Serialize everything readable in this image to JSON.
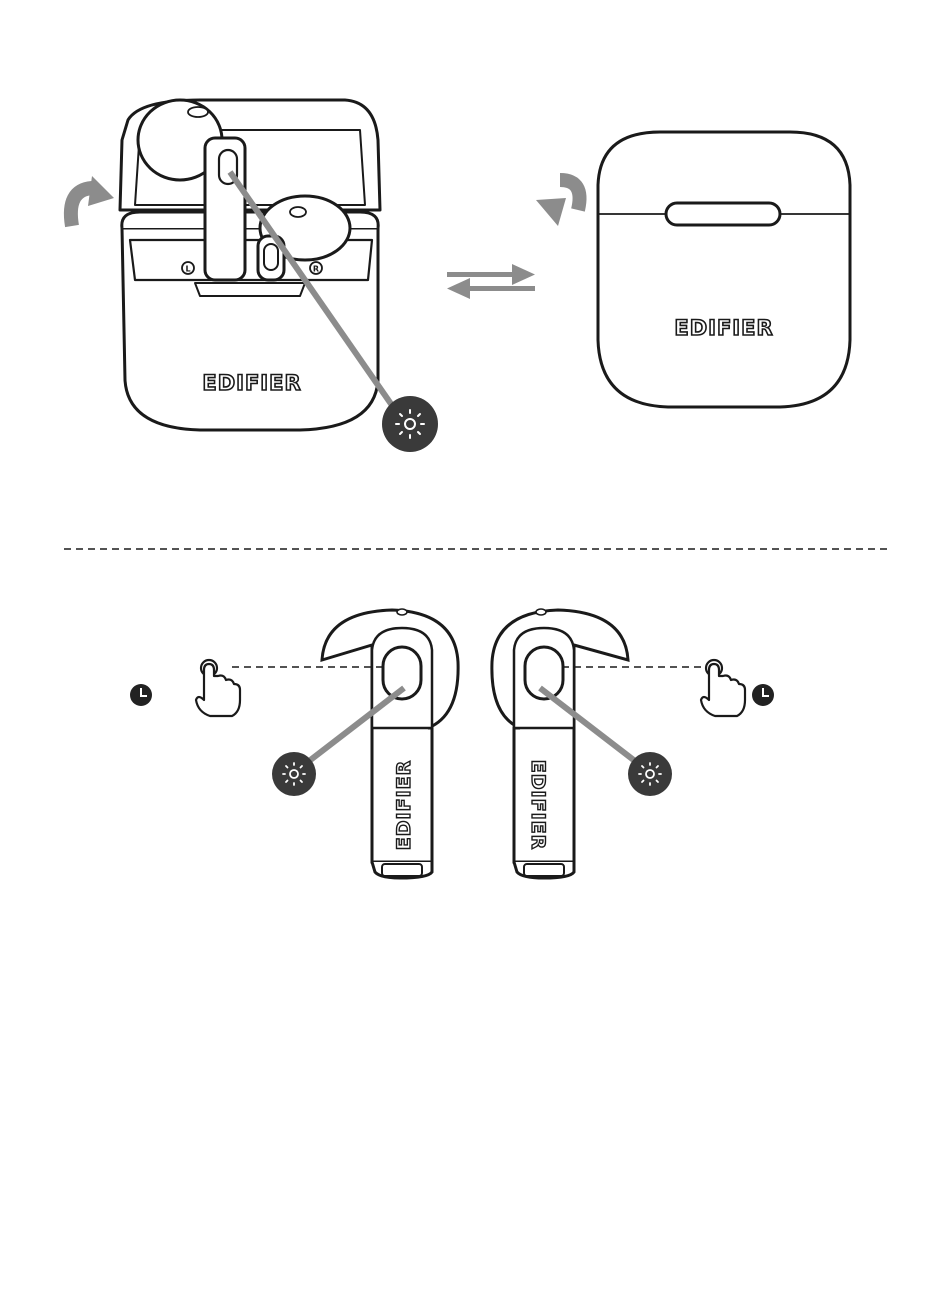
{
  "brand_name": "EDIFIER",
  "case_left_labels": {
    "left": "L",
    "right": "R"
  },
  "colors": {
    "ink": "#1a1a1a",
    "accent_gray": "#8c8c8c",
    "indicator_fill": "#3a3a3a",
    "clock_fill": "#222222"
  },
  "icons": {
    "open_arrow": "curved-arrow-icon",
    "close_arrow": "curved-arrow-icon",
    "switch": "bidirectional-arrows-icon",
    "indicator": "led-light-icon",
    "touch": "finger-tap-icon",
    "time": "clock-icon"
  }
}
